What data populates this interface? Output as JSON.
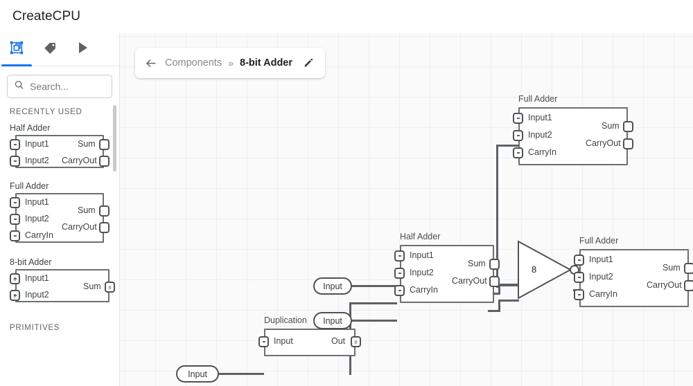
{
  "window": {
    "title": "CreateCPU"
  },
  "sidebar": {
    "tabs": [
      {
        "name": "components-tab",
        "icon": "component-select-icon",
        "active": true
      },
      {
        "name": "labels-tab",
        "icon": "tag-icon",
        "active": false
      },
      {
        "name": "run-tab",
        "icon": "play-icon",
        "active": false
      }
    ],
    "search": {
      "placeholder": "Search...",
      "value": "",
      "icon": "search-icon"
    },
    "sections": [
      {
        "label": "RECENTLY USED"
      },
      {
        "label": "PRIMITIVES"
      }
    ],
    "palette": [
      {
        "name": "Half Adder",
        "inputs": [
          {
            "label": "Input1",
            "width": ""
          },
          {
            "label": "Input2",
            "width": ""
          }
        ],
        "outputs": [
          {
            "label": "Sum",
            "width": ""
          },
          {
            "label": "CarryOut",
            "width": ""
          }
        ]
      },
      {
        "name": "Full Adder",
        "inputs": [
          {
            "label": "Input1",
            "width": ""
          },
          {
            "label": "Input2",
            "width": ""
          },
          {
            "label": "CarryIn",
            "width": ""
          }
        ],
        "outputs": [
          {
            "label": "Sum",
            "width": ""
          },
          {
            "label": "CarryOut",
            "width": ""
          }
        ]
      },
      {
        "name": "8-bit Adder",
        "inputs": [
          {
            "label": "Input1",
            "width": "8"
          },
          {
            "label": "Input2",
            "width": "8"
          }
        ],
        "outputs": [
          {
            "label": "Sum",
            "width": "8"
          }
        ]
      }
    ]
  },
  "breadcrumb": {
    "back_icon": "arrow-left-icon",
    "parent": "Components",
    "separator": "»",
    "current": "8-bit Adder",
    "edit_icon": "pencil-icon"
  },
  "canvas": {
    "nodes": [
      {
        "id": "full-adder-top",
        "type": "component",
        "name": "Full Adder",
        "inputs": [
          {
            "label": "Input1",
            "width": ""
          },
          {
            "label": "Input2",
            "width": ""
          },
          {
            "label": "CarryIn",
            "width": ""
          }
        ],
        "outputs": [
          {
            "label": "Sum",
            "width": ""
          },
          {
            "label": "CarryOut",
            "width": ""
          }
        ]
      },
      {
        "id": "half-adder-mid",
        "type": "component",
        "name": "Half Adder",
        "inputs": [
          {
            "label": "Input1",
            "width": ""
          },
          {
            "label": "Input2",
            "width": ""
          },
          {
            "label": "CarryIn",
            "width": ""
          }
        ],
        "outputs": [
          {
            "label": "Sum",
            "width": ""
          },
          {
            "label": "CarryOut",
            "width": ""
          }
        ]
      },
      {
        "id": "full-adder-right",
        "type": "component",
        "name": "Full Adder",
        "inputs": [
          {
            "label": "Input1",
            "width": ""
          },
          {
            "label": "Input2",
            "width": ""
          },
          {
            "label": "CarryIn",
            "width": ""
          }
        ],
        "outputs": [
          {
            "label": "Sum",
            "width": ""
          },
          {
            "label": "CarryOut",
            "width": ""
          }
        ]
      },
      {
        "id": "duplication",
        "type": "component",
        "name": "Duplication",
        "inputs": [
          {
            "label": "Input",
            "width": ""
          }
        ],
        "outputs": [
          {
            "label": "Out",
            "width": "8"
          }
        ]
      },
      {
        "id": "buffer-8",
        "type": "buffer",
        "name": "",
        "bitwidth": "8"
      }
    ],
    "pins": [
      {
        "id": "pin-input-1",
        "label": "Input"
      },
      {
        "id": "pin-input-2",
        "label": "Input"
      },
      {
        "id": "pin-input-3",
        "label": "Input"
      }
    ]
  }
}
